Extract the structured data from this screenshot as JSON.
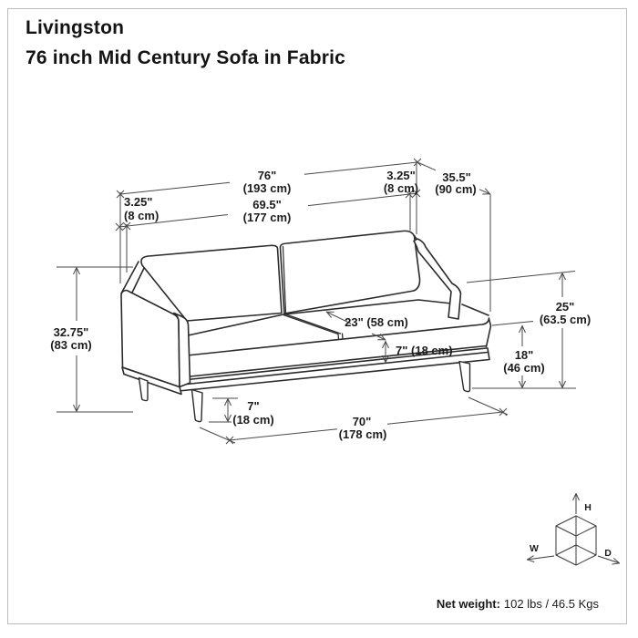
{
  "product": {
    "name": "Livingston",
    "subtitle": "76 inch Mid Century Sofa in Fabric"
  },
  "dimensions": {
    "overall_width": {
      "in": "76\"",
      "cm": "(193 cm)"
    },
    "arm_thickness_left": {
      "in": "3.25\"",
      "cm": "(8 cm)"
    },
    "interior_width": {
      "in": "69.5\"",
      "cm": "(177 cm)"
    },
    "arm_thickness_right": {
      "in": "3.25\"",
      "cm": "(8 cm)"
    },
    "overall_depth": {
      "in": "35.5\"",
      "cm": "(90 cm)"
    },
    "overall_height": {
      "in": "32.75\"",
      "cm": "(83 cm)"
    },
    "seat_depth": {
      "label": "23\" (58 cm)"
    },
    "seat_cushion_thickness": {
      "label": "7\" (18 cm)"
    },
    "seat_height": {
      "in": "18\"",
      "cm": "(46 cm)"
    },
    "arm_height": {
      "in": "25\"",
      "cm": "(63.5 cm)"
    },
    "leg_height": {
      "in": "7\"",
      "cm": "(18 cm)"
    },
    "base_width": {
      "in": "70\"",
      "cm": "(178 cm)"
    }
  },
  "axis_cube": {
    "height_label": "H",
    "width_label": "W",
    "depth_label": "D"
  },
  "footer": {
    "net_weight_label": "Net weight:",
    "net_weight_value": "102 lbs / 46.5 Kgs"
  },
  "colors": {
    "sofa_line": "#2b2b2b",
    "dimension_line": "#4a4a4a",
    "text": "#1c1c1c",
    "frame_border": "#bcbcbc",
    "background": "#ffffff"
  }
}
